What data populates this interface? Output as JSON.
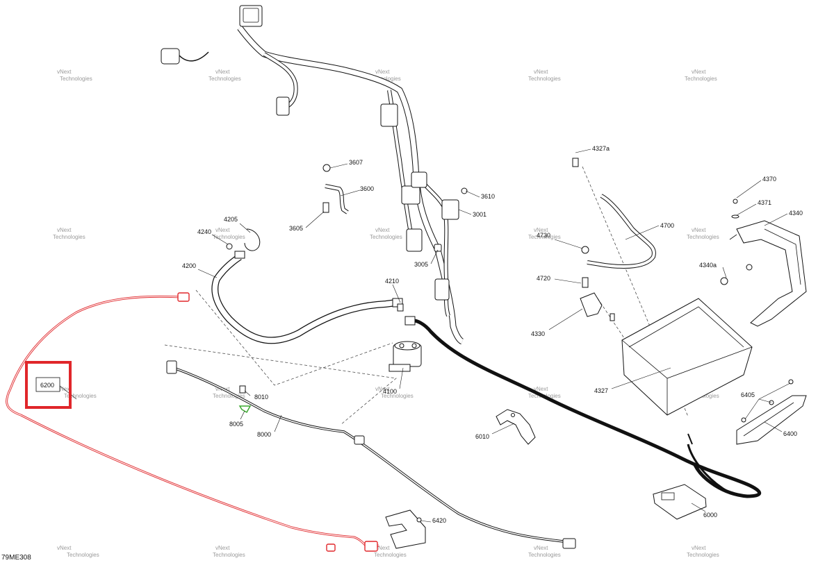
{
  "colors": {
    "highlight_red": "#e0262a",
    "highlight_green": "#3aa82e",
    "line": "#111111",
    "watermark": "#9a9a9a"
  },
  "diagram_code": "79ME308",
  "watermark": {
    "line1": "vNext",
    "line2": "Technologies",
    "faint": "vNext Technologies"
  },
  "callouts": {
    "c4327a": "4327a",
    "c3607": "3607",
    "c3600": "3600",
    "c3610": "3610",
    "c3001": "3001",
    "c3605": "3605",
    "c3005": "3005",
    "c4205": "4205",
    "c4240": "4240",
    "c4200": "4200",
    "c4210": "4210",
    "c4100": "4100",
    "c4700": "4700",
    "c4370": "4370",
    "c4371": "4371",
    "c4340": "4340",
    "c4340a": "4340a",
    "c4730": "4730",
    "c4720": "4720",
    "c4330": "4330",
    "c4327": "4327",
    "c6200": "6200",
    "c8010": "8010",
    "c8005": "8005",
    "c8000": "8000",
    "c6010": "6010",
    "c6405": "6405",
    "c6400": "6400",
    "c6420": "6420",
    "c6000": "6000"
  }
}
